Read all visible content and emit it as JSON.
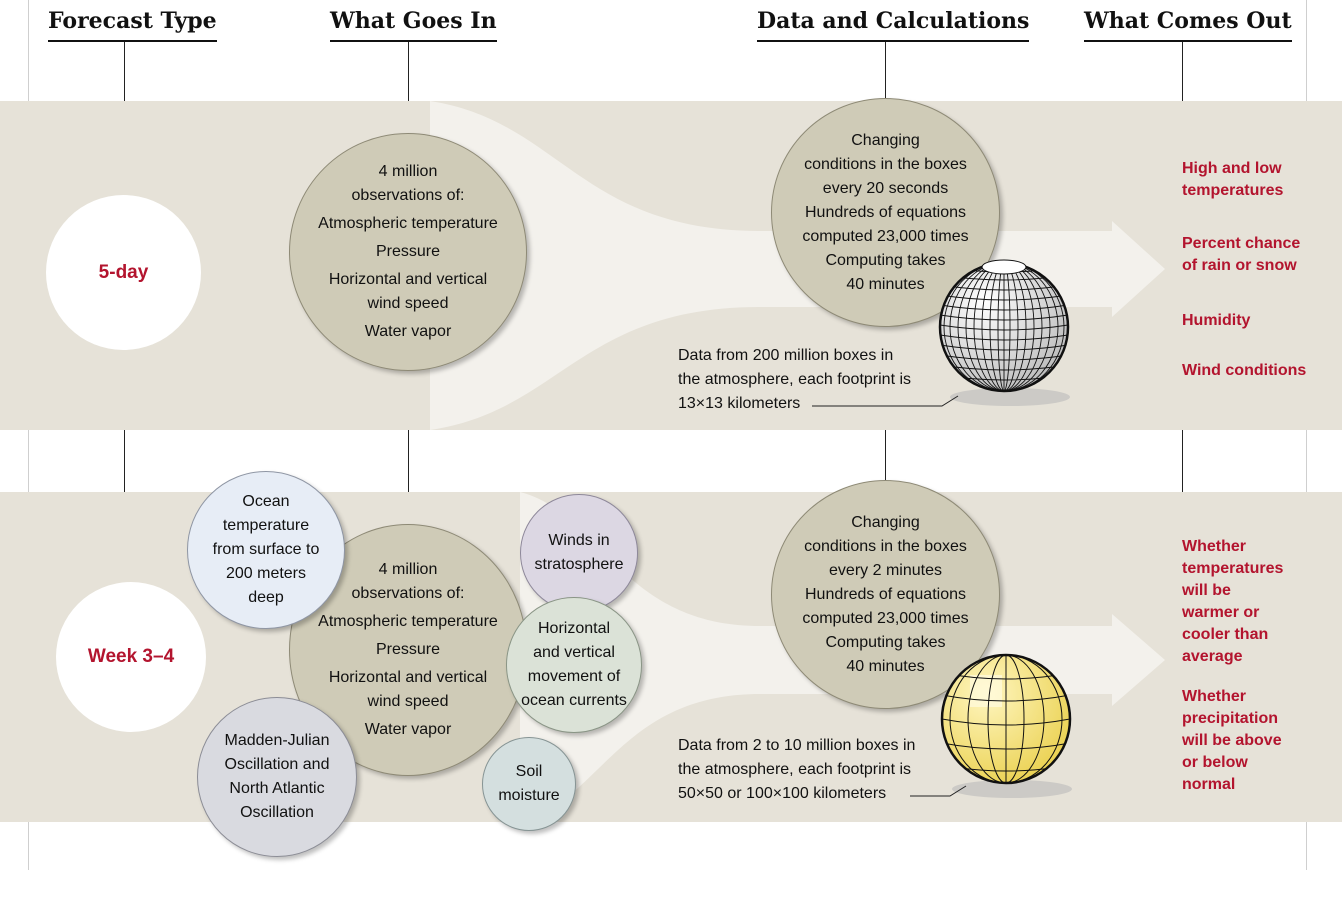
{
  "headers": {
    "forecast_type": "Forecast Type",
    "what_goes_in": "What Goes In",
    "data_calculations": "Data and Calculations",
    "what_comes_out": "What Comes Out"
  },
  "row1": {
    "type_label": "5-day",
    "inputs": [
      "4 million",
      "observations of:",
      "Atmospheric temperature",
      "Pressure",
      "Horizontal and vertical",
      "wind speed",
      "Water vapor"
    ],
    "calc": [
      "Changing",
      "conditions in the boxes",
      "every 20 seconds",
      "Hundreds of equations",
      "computed 23,000 times",
      "Computing takes",
      "40 minutes"
    ],
    "caption": [
      "Data from 200 million boxes in",
      "the atmosphere, each footprint is",
      "13×13 kilometers"
    ],
    "outputs": [
      "High and low temperatures",
      "Percent chance of rain or snow",
      "Humidity",
      "Wind conditions"
    ]
  },
  "row2": {
    "type_label": "Week 3–4",
    "inputs": [
      "4 million",
      "observations of:",
      "Atmospheric temperature",
      "Pressure",
      "Horizontal and vertical",
      "wind speed",
      "Water vapor"
    ],
    "ocean_temp": [
      "Ocean",
      "temperature",
      "from surface to",
      "200 meters",
      "deep"
    ],
    "stratosphere": [
      "Winds in",
      "stratosphere"
    ],
    "currents": [
      "Horizontal",
      "and vertical",
      "movement of",
      "ocean currents"
    ],
    "oscillation": [
      "Madden-Julian",
      "Oscillation and",
      "North Atlantic",
      "Oscillation"
    ],
    "soil": [
      "Soil",
      "moisture"
    ],
    "calc": [
      "Changing",
      "conditions in the boxes",
      "every 2 minutes",
      "Hundreds of equations",
      "computed 23,000 times",
      "Computing takes",
      "40 minutes"
    ],
    "caption": [
      "Data from 2 to 10 million boxes in",
      "the atmosphere, each footprint is",
      "50×50 or 100×100 kilometers"
    ],
    "outputs": [
      "Whether temperatures will be warmer or cooler than average",
      "Whether precipitation will be above or below normal"
    ]
  },
  "colors": {
    "band": "#e6e2d8",
    "bubble_khaki": "#cfcbb7",
    "accent_red": "#b3142e",
    "ocean_blue": "#e7edf6",
    "stratosphere_lilac": "#dcd7e3",
    "currents_green": "#dbe2d7",
    "oscillation_grey": "#d9dae0",
    "soil_teal": "#d4dfdf",
    "globe_yellow": "#f6e47a"
  }
}
